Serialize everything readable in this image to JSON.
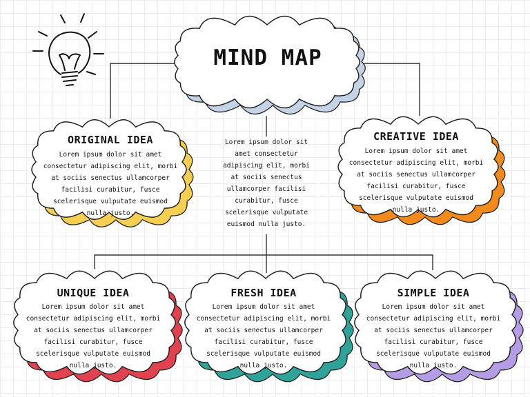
{
  "title": "MIND MAP",
  "center_text": "Lorem ipsum dolor sit amet consectetur adipiscing elit, morbi at sociis senectus ullamcorper facilisi curabitur, fusce scelerisque vulputate euismod nulla justo.",
  "nodes": [
    {
      "title": "ORIGINAL IDEA",
      "text": "Lorem ipsum dolor sit amet consectetur adipiscing elit, morbi at sociis senectus ullamcorper facilisi curabitur, fusce scelerisque vulputate euismod nulla justo.",
      "color": "#f6cf52"
    },
    {
      "title": "CREATIVE IDEA",
      "text": "Lorem ipsum dolor sit amet consectetur adipiscing elit, morbi at sociis senectus ullamcorper facilisi curabitur, fusce scelerisque vulputate euismod nulla justo.",
      "color": "#f28a1e"
    },
    {
      "title": "UNIQUE IDEA",
      "text": "Lorem ipsum dolor sit amet consectetur adipiscing elit, morbi at sociis senectus ullamcorper facilisi curabitur, fusce scelerisque vulputate euismod nulla justo.",
      "color": "#e0434f"
    },
    {
      "title": "FRESH IDEA",
      "text": "Lorem ipsum dolor sit amet consectetur adipiscing elit, morbi at sociis senectus ullamcorper facilisi curabitur, fusce scelerisque vulputate euismod nulla justo.",
      "color": "#2fa39a"
    },
    {
      "title": "SIMPLE IDEA",
      "text": "Lorem ipsum dolor sit amet consectetur adipiscing elit, morbi at sociis senectus ullamcorper facilisi curabitur, fusce scelerisque vulputate euismod nulla justo.",
      "color": "#b49de4"
    }
  ],
  "title_cloud_shadow_color": "#c5d3e6",
  "icon": "lightbulb-icon"
}
